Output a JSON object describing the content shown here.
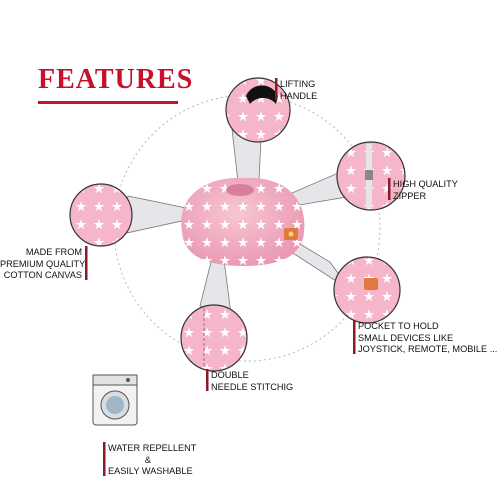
{
  "title": "FEATURES",
  "colors": {
    "accent": "#c8102e",
    "bar": "#8b1a2b",
    "pink": "#f4b6c8",
    "pink_dark": "#e59ab1",
    "star": "#ffffff"
  },
  "features": {
    "handle": {
      "line1": "LIFTING",
      "line2": "HANDLE"
    },
    "zipper": {
      "line1": "HIGH QUALITY",
      "line2": "ZIPPER"
    },
    "canvas": {
      "line1": "MADE FROM",
      "line2": "PREMIUM QUALITY",
      "line3": "COTTON CANVAS"
    },
    "pocket": {
      "line1": "POCKET TO HOLD",
      "line2": "SMALL DEVICES LIKE",
      "line3": "JOYSTICK, REMOTE, MOBILE ..."
    },
    "stitch": {
      "line1": "DOUBLE",
      "line2": "NEEDLE STITCHIG"
    },
    "washable": {
      "line1": "WATER REPELLENT",
      "line2": "&",
      "line3": "EASILY WASHABLE"
    }
  }
}
